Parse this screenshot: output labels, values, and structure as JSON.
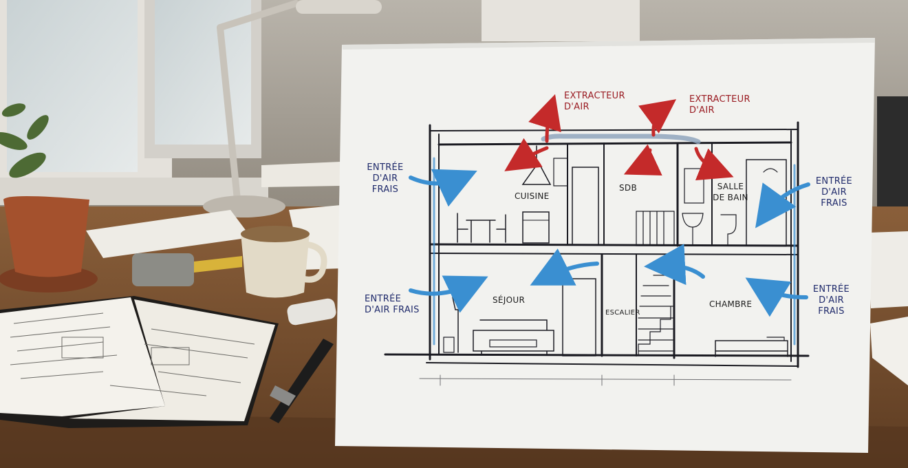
{
  "diagram": {
    "labels": {
      "extract_kitchen": "EXTRACTEUR\nD'AIR",
      "extract_bath": "EXTRACTEUR\nD'AIR",
      "fresh_top_left": "ENTRÉE\nD'AIR\nFRAIS",
      "fresh_top_right": "ENTRÉE\nD'AIR\nFRAIS",
      "fresh_bottom_left": "ENTRÉE\nD'AIR FRAIS",
      "fresh_bottom_right": "ENTRÉE\nD'AIR\nFRAIS"
    },
    "rooms": {
      "kitchen": "CUISINE",
      "wc": "SDB",
      "bathroom": "SALLE\nDE BAIN",
      "living": "SÉJOUR",
      "stairs": "ESCALIER",
      "bedroom": "CHAMBRE"
    }
  },
  "colors": {
    "fresh_air": "#3a8fd1",
    "extract_air": "#c42a2a",
    "ink": "#1b1b22",
    "paper": "#f3f3f0",
    "desk": "#7a5230"
  }
}
